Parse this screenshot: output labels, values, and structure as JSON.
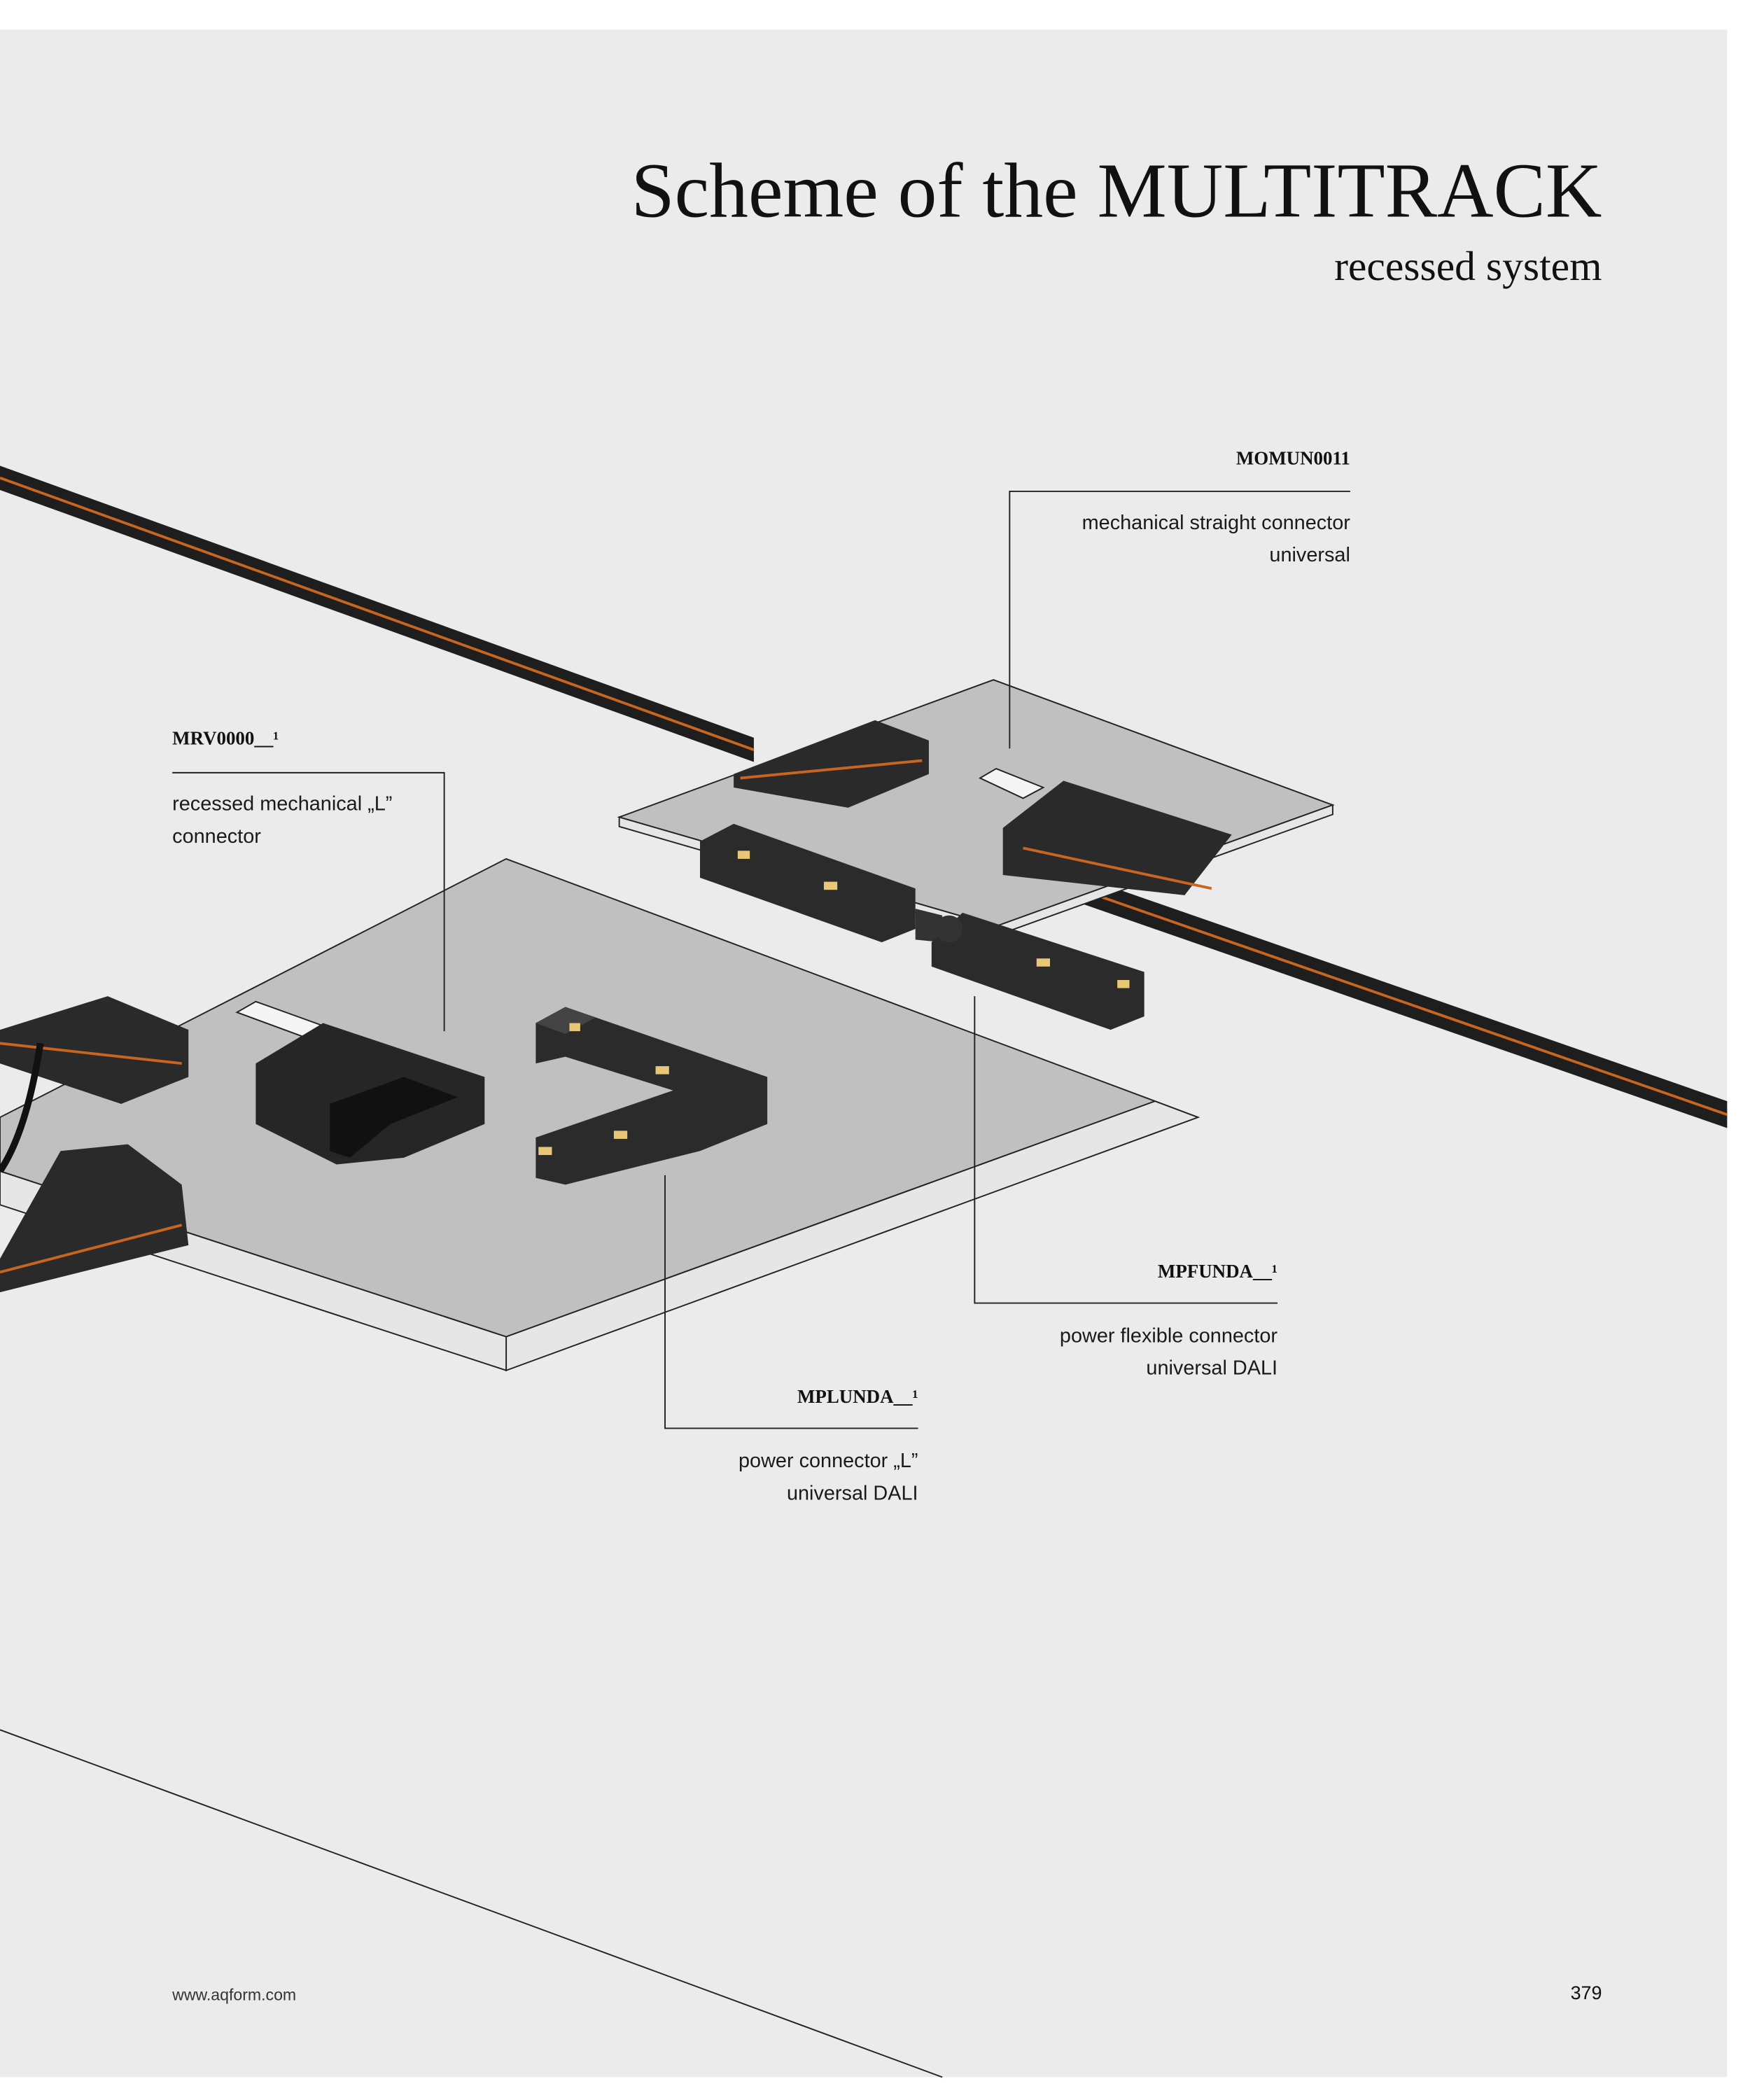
{
  "header": {
    "title": "Scheme of the MULTITRACK",
    "subtitle": "recessed system"
  },
  "callouts": [
    {
      "code": "MOMUN0011",
      "line1": "mechanical straight connector",
      "line2": "universal"
    },
    {
      "code": "MRV0000__¹",
      "line1": "recessed mechanical „L”",
      "line2": "connector"
    },
    {
      "code": "MPFUNDA__¹",
      "line1": "power flexible connector",
      "line2": "universal DALI"
    },
    {
      "code": "MPLUNDA__¹",
      "line1": "power connector „L”",
      "line2": "universal DALI"
    }
  ],
  "footer": {
    "website": "www.aqform.com",
    "page_number": "379"
  },
  "colors": {
    "page": "#ebebeb",
    "plate": "#c0c0c0",
    "track": "#1e1e1e",
    "stripe": "#c8651e"
  }
}
